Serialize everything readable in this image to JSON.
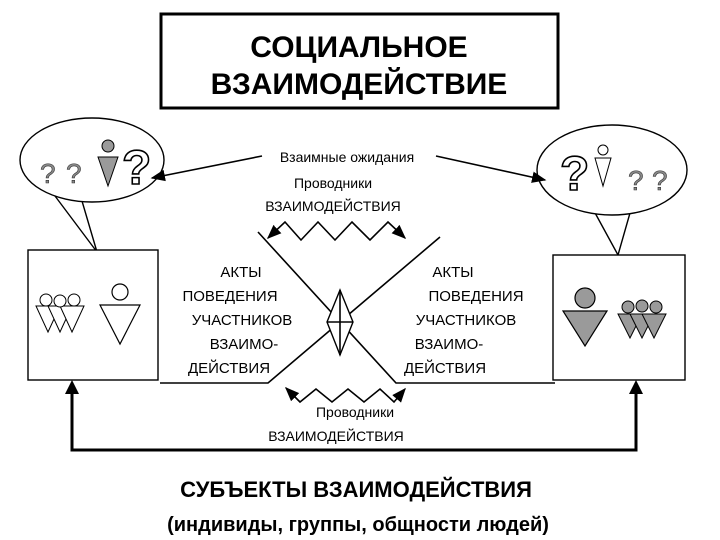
{
  "title": {
    "line1": "СОЦИАЛЬНОЕ",
    "line2": "ВЗАИМОДЕЙСТВИЕ"
  },
  "expectations": "Взаимные ожидания",
  "conductors_top": {
    "line1": "Проводники",
    "line2": "ВЗАИМОДЕЙСТВИЯ"
  },
  "acts_left": [
    "АКТЫ",
    "ПОВЕДЕНИЯ",
    "УЧАСТНИКОВ",
    "ВЗАИМО-",
    "ДЕЙСТВИЯ"
  ],
  "acts_right": [
    "АКТЫ",
    "ПОВЕДЕНИЯ",
    "УЧАСТНИКОВ",
    "ВЗАИМО-",
    "ДЕЙСТВИЯ"
  ],
  "conductors_bottom": {
    "line1": "Проводники",
    "line2": "ВЗАИМОДЕЙСТВИЯ"
  },
  "subjects": {
    "title": "СУБЪЕКТЫ ВЗАИМОДЕЙСТВИЯ",
    "subtitle": "(индивиды, группы, общности людей)"
  },
  "bubble_left": {
    "small_marks": [
      "?",
      "?"
    ],
    "big_mark": "?"
  },
  "bubble_right": {
    "small_marks": [
      "?",
      "?"
    ],
    "big_mark": "?"
  },
  "colors": {
    "line": "#000000",
    "person_gray": "#9a9a9a",
    "person_white": "#ffffff",
    "mark_gray": "#8a8a8a"
  }
}
